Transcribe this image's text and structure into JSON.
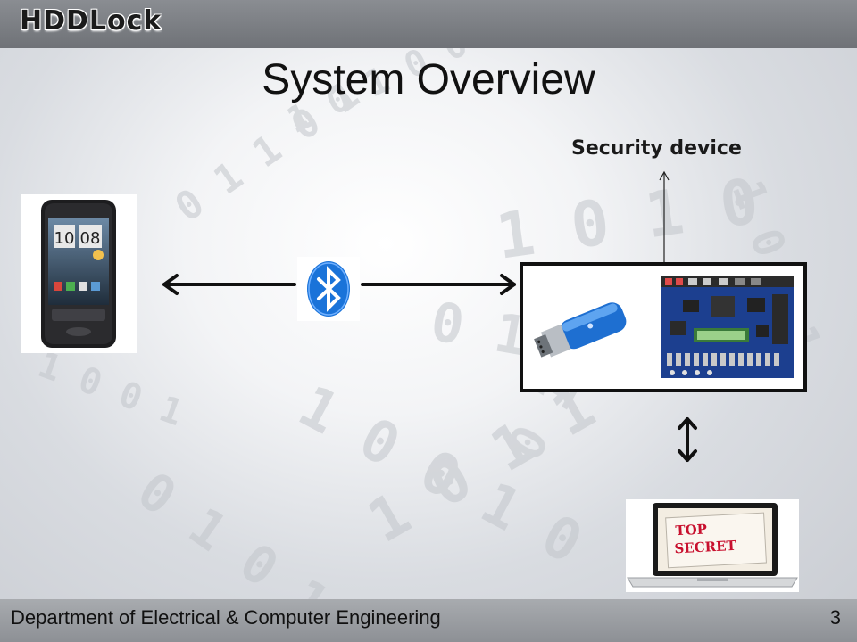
{
  "header": {
    "logo_text": "HDDLock"
  },
  "slide": {
    "title": "System Overview",
    "security_device_label": "Security device",
    "icons": {
      "phone": "smartphone-icon",
      "bluetooth": "bluetooth-icon",
      "dongle": "bluetooth-serial-dongle-icon",
      "board": "fpga-board-icon",
      "laptop": "laptop-icon"
    },
    "laptop_screen_text": {
      "line1": "TOP",
      "line2": "SECRET"
    },
    "phone_screen_time": {
      "hours": "10",
      "minutes": "08"
    },
    "colors": {
      "bluetooth_blue": "#1a73d9",
      "top_secret_red": "#c8102e",
      "board_blue": "#1c3f8f"
    }
  },
  "footer": {
    "department": "Department of Electrical & Computer Engineering",
    "page_number": "3"
  }
}
